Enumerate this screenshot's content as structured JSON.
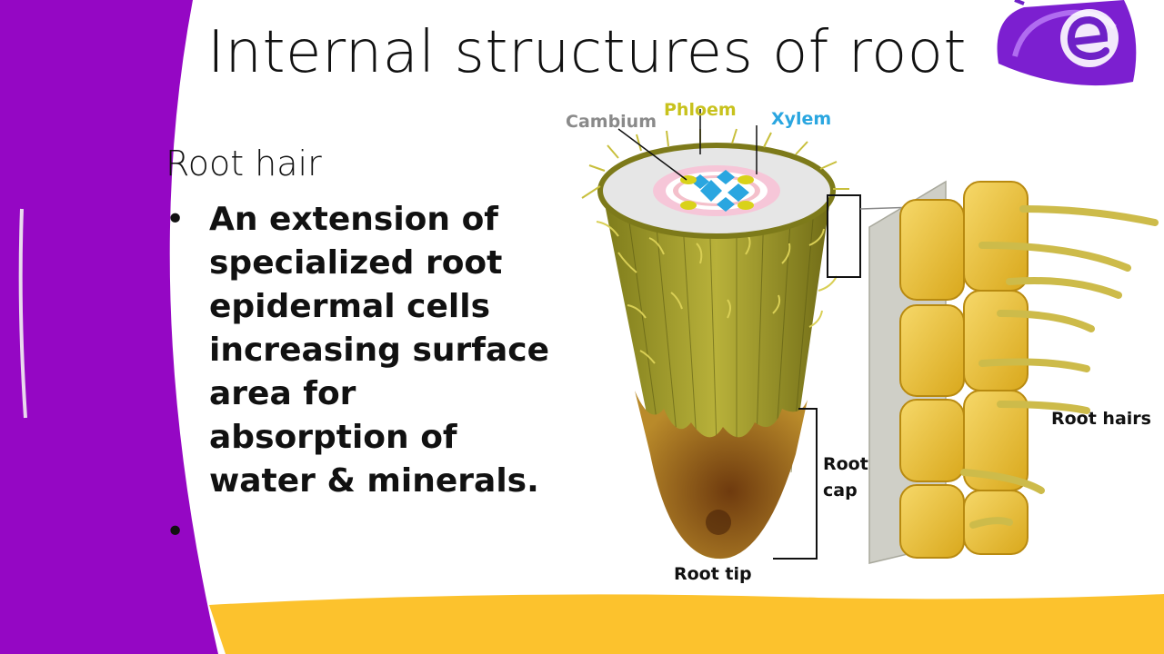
{
  "slide": {
    "title": "Internal structures of root",
    "subheading": "Root hair",
    "bullets": [
      "An extension of specialized root epidermal cells increasing surface area for absorption of water & minerals.",
      ""
    ]
  },
  "diagram": {
    "labels": {
      "cambium": "Cambium",
      "phloem": "Phloem",
      "xylem": "Xylem",
      "root_hairs": "Root hairs",
      "root_cap_line1": "Root",
      "root_cap_line2": "cap",
      "root_tip": "Root tip"
    }
  },
  "colors": {
    "purple": "#9507c4",
    "yellow": "#fcc22d",
    "xylem": "#2aa6e0",
    "phloem": "#c8c21d",
    "cambium": "#8a8a8a"
  },
  "logo": {
    "icon": "e-logo-icon"
  }
}
